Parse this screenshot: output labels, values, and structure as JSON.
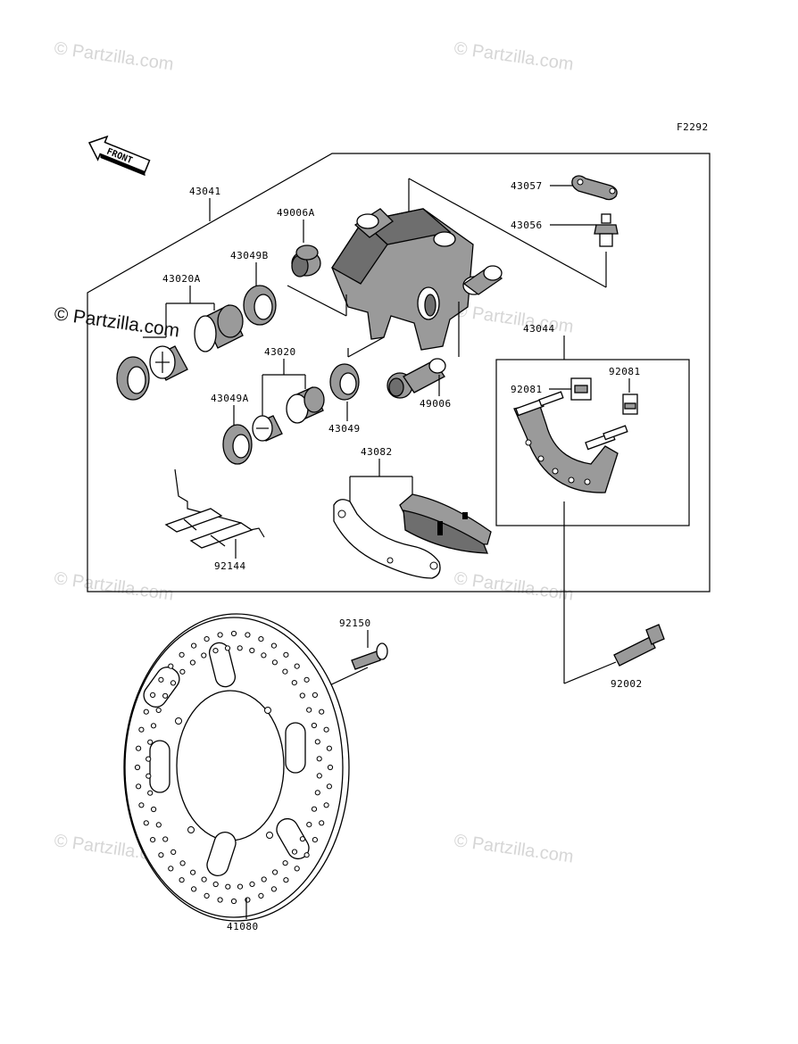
{
  "diagram": {
    "code": "F2292",
    "direction": "FRONT",
    "parts": {
      "p43041": "43041",
      "p43057": "43057",
      "p43056": "43056",
      "p49006A": "49006A",
      "p43049B": "43049B",
      "p43020A": "43020A",
      "p43044": "43044",
      "p92081a": "92081",
      "p92081b": "92081",
      "p43020": "43020",
      "p43049A": "43049A",
      "p43049": "43049",
      "p49006": "49006",
      "p43082": "43082",
      "p92144": "92144",
      "p92150": "92150",
      "p92002": "92002",
      "p41080": "41080"
    }
  },
  "watermarks": {
    "brand": "© Partzilla.com",
    "overlay": "© Partzilla.com"
  }
}
